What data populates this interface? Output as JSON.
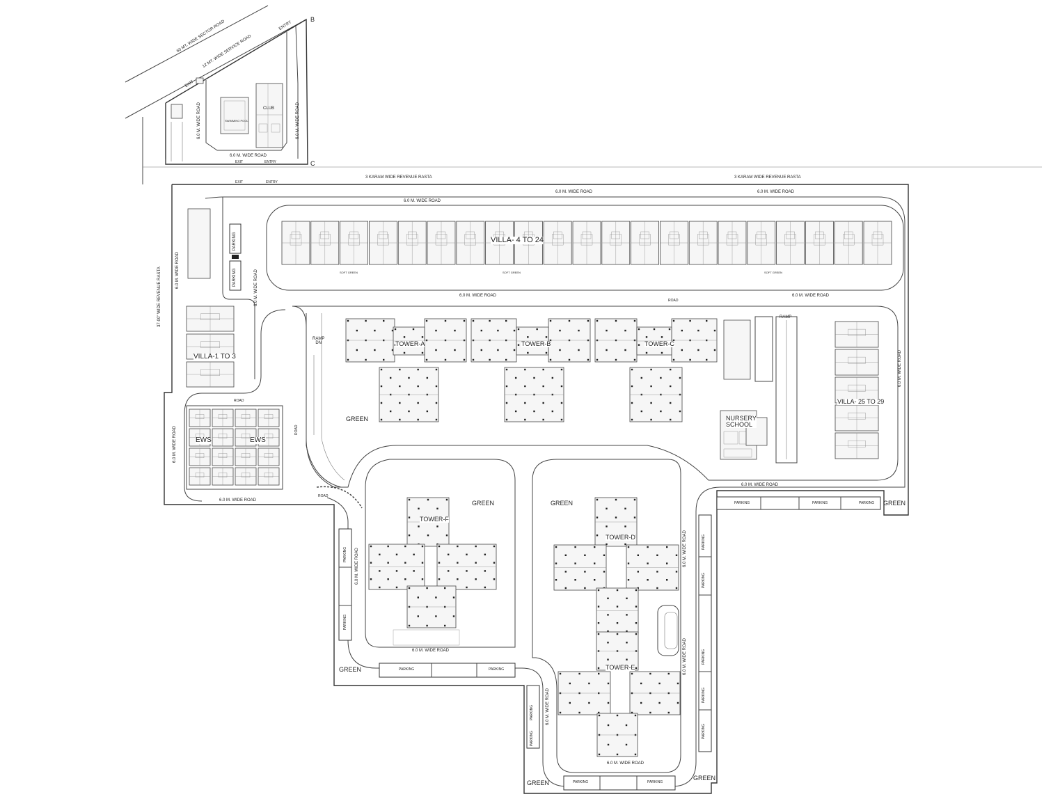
{
  "labels": {
    "sector_road": "60 MT. WIDE SECTOR ROAD",
    "service_road": "12 MT. WIDE SERVICE ROAD",
    "entry": "ENTRY",
    "exit": "EXIT",
    "corner_b": "B",
    "corner_c": "C",
    "club": "CLUB",
    "swimming_pool": "SWIMMING POOL",
    "road_6m": "6.0 M. WIDE ROAD",
    "road": "ROAD",
    "revenue_rasta": "3 KARAM WIDE REVENUE RASTA",
    "left_rasta": "37-00\" WIDE REVENUE RASTA",
    "parking": "PARKING",
    "soft_green": "SOFT GREEN",
    "green": "GREEN",
    "ramp_dn": "RAMP\nDN",
    "ramp": "RAMP",
    "villa_4_24": "VILLA- 4  TO 24",
    "villa_1_3": "VILLA-1 TO 3",
    "villa_25_29": "VILLA- 25 TO 29",
    "ews": "EWS",
    "nursery": "NURSERY\nSCHOOL",
    "tower_a": "TOWER-A",
    "tower_b": "TOWER-B",
    "tower_c": "TOWER-C",
    "tower_d": "TOWER-D",
    "tower_e": "TOWER-E",
    "tower_f": "TOWER-F"
  }
}
